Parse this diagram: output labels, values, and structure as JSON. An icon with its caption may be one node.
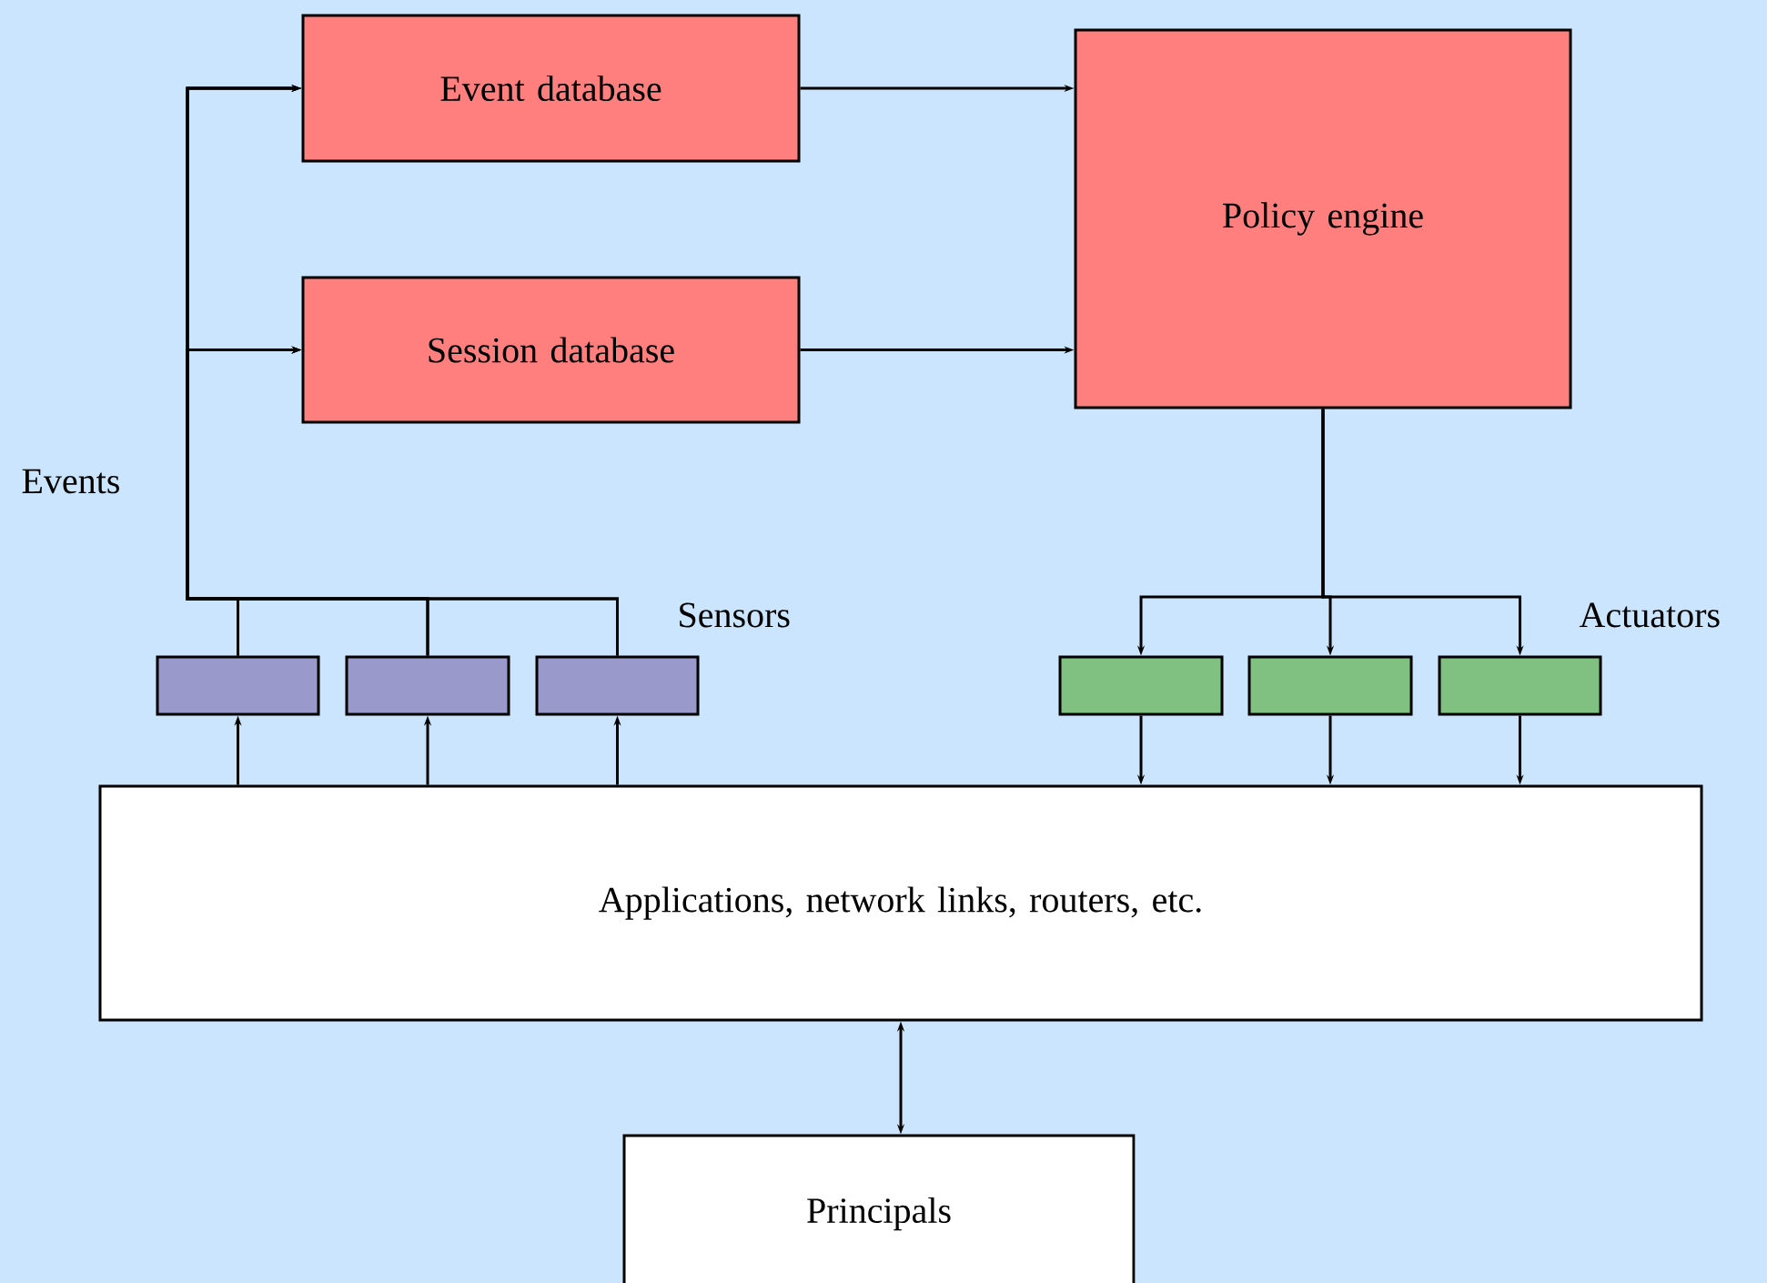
{
  "diagram": {
    "nodes": [
      {
        "text": [
          "Event database"
        ]
      },
      {
        "text": [
          "Session database"
        ]
      },
      {
        "text": [
          "Policy engine"
        ]
      },
      {
        "text": [],
        "shape": "box"
      },
      {
        "text": [],
        "shape": "box"
      },
      {
        "text": [],
        "shape": "box"
      },
      {
        "text": [],
        "shape": "box"
      },
      {
        "text": [],
        "shape": "box"
      },
      {
        "text": [],
        "shape": "box"
      },
      {
        "text": [
          "Applications, network links, routers, etc."
        ]
      },
      {
        "text": [
          "Principals"
        ]
      }
    ],
    "edges": [
      {
        "from": 3,
        "to": 0,
        "arrow": "to"
      },
      {
        "from": 4,
        "to": 0,
        "arrow": "to"
      },
      {
        "from": 5,
        "to": 0,
        "arrow": "to"
      },
      {
        "from": 3,
        "to": 1,
        "arrow": "to"
      },
      {
        "from": 4,
        "to": 1,
        "arrow": "to"
      },
      {
        "from": 5,
        "to": 1,
        "arrow": "to"
      },
      {
        "from": 0,
        "to": 2,
        "arrow": "to"
      },
      {
        "from": 1,
        "to": 2,
        "arrow": "to"
      },
      {
        "from": 2,
        "to": 6,
        "arrow": "to"
      },
      {
        "from": 2,
        "to": 7,
        "arrow": "to"
      },
      {
        "from": 2,
        "to": 8,
        "arrow": "to"
      },
      {
        "from": 9,
        "to": 3,
        "arrow": "to"
      },
      {
        "from": 9,
        "to": 4,
        "arrow": "to"
      },
      {
        "from": 9,
        "to": 5,
        "arrow": "to"
      },
      {
        "from": 6,
        "to": 9,
        "arrow": "to"
      },
      {
        "from": 7,
        "to": 9,
        "arrow": "to"
      },
      {
        "from": 8,
        "to": 9,
        "arrow": "to"
      },
      {
        "from": 9,
        "to": 10,
        "arrow": "both"
      }
    ],
    "labels": [
      "Events",
      "Sensors",
      "Actuators"
    ]
  }
}
